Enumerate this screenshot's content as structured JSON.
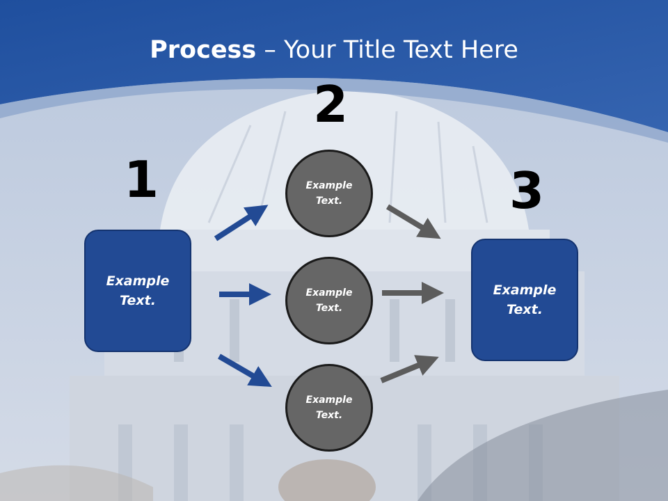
{
  "title": {
    "bold": "Process",
    "rest": " – Your Title Text Here"
  },
  "steps": [
    "1",
    "2",
    "3"
  ],
  "left_box": {
    "text": "Example Text."
  },
  "right_box": {
    "text": "Example Text."
  },
  "circles": [
    {
      "text": "Example Text."
    },
    {
      "text": "Example Text."
    },
    {
      "text": "Example Text."
    }
  ],
  "colors": {
    "header_blue": "#2d5aa8",
    "box_blue": "#224a94",
    "circle_gray": "#666666",
    "arrow_blue": "#224a94",
    "arrow_gray": "#5c5c5c"
  }
}
